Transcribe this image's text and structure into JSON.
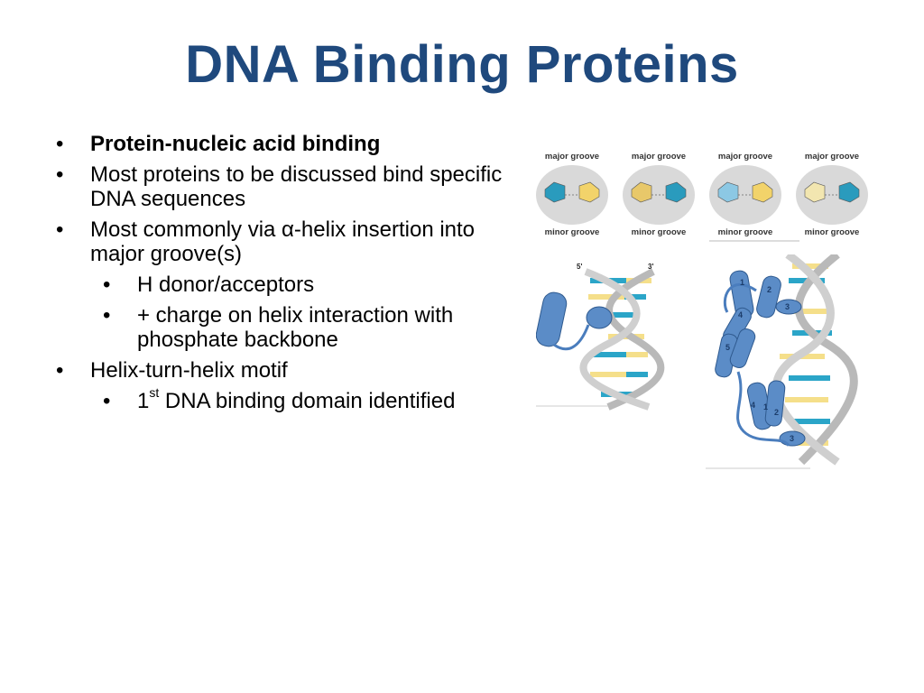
{
  "slide": {
    "title": "DNA Binding Proteins"
  },
  "bullets": [
    {
      "level": 1,
      "bold": true,
      "text": "Protein-nucleic acid binding"
    },
    {
      "level": 1,
      "text": "Most proteins to be discussed bind specific DNA sequences"
    },
    {
      "level": 1,
      "text": "Most commonly via α-helix insertion into major groove(s)"
    },
    {
      "level": 2,
      "text": "H donor/acceptors"
    },
    {
      "level": 2,
      "text": "+ charge on helix interaction with phosphate backbone"
    },
    {
      "level": 1,
      "text": "Helix-turn-helix motif"
    },
    {
      "level": 2,
      "sup_prefix": "1",
      "sup": "st",
      "text": " DNA binding domain identified"
    }
  ],
  "bullet_glyph": "•",
  "figure_grooves": {
    "panels": [
      {
        "top": "major groove",
        "bottom": "minor groove",
        "color": "#2a9bbd"
      },
      {
        "top": "major groove",
        "bottom": "minor groove",
        "color": "#e8c86a"
      },
      {
        "top": "major groove",
        "bottom": "minor groove",
        "color": "#8cc8e4"
      },
      {
        "top": "major groove",
        "bottom": "minor groove",
        "color": "#f2e6b0"
      }
    ]
  },
  "figure_dna_left": {
    "strand_5": "5'",
    "strand_3": "3'"
  },
  "figure_dna_right": {
    "helix_labels": [
      "1",
      "2",
      "3",
      "4",
      "5",
      "1",
      "2",
      "3",
      "4"
    ]
  },
  "colors": {
    "title": "#1f497d",
    "protein_blue": "#5b8cc7",
    "dna_teal": "#2ba5c8",
    "dna_yellow": "#f5df8a",
    "backbone_grey": "#b9b9b9"
  }
}
